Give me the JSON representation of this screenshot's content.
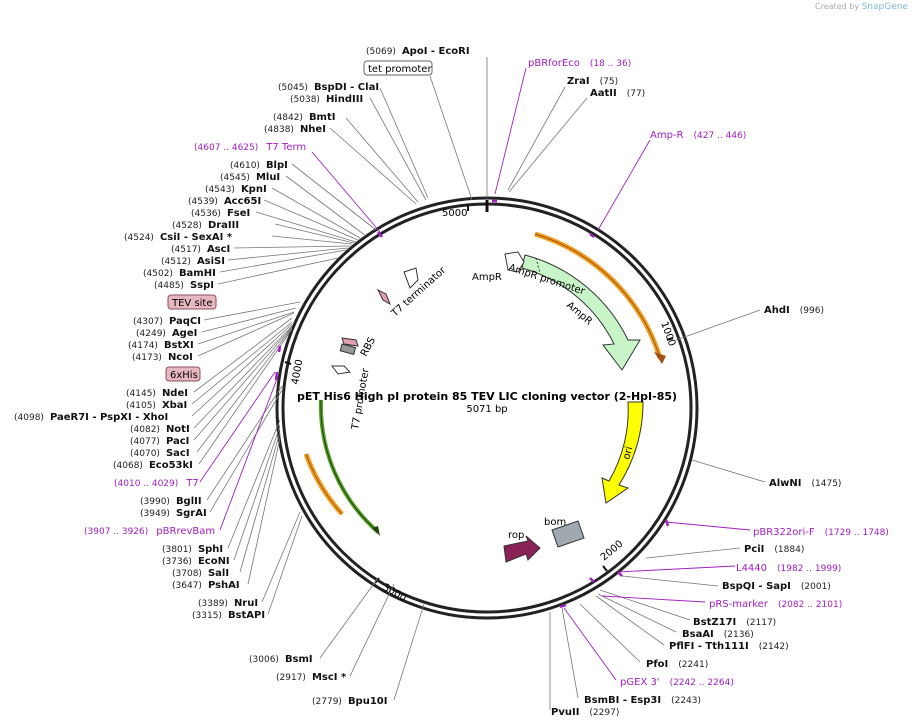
{
  "credit": {
    "created_by": "Created by",
    "brand": "SnapGene"
  },
  "plasmid": {
    "name": "pET His6 High pI protein 85 TEV LIC cloning vector (2-HpI-85)",
    "length": "5071 bp",
    "ticks": [
      "1000",
      "2000",
      "3000",
      "4000",
      "5000"
    ]
  },
  "colors": {
    "primer": "#a020c0",
    "amp_r_feature": "#c8f5c8",
    "ori": "#ffff00",
    "orange_primer": "#f0a020",
    "green_primer": "#50a020",
    "rop": "#8b2255",
    "bom": "#a0a8b0",
    "label_box": "#e8b8c0"
  },
  "enzymes": [
    {
      "pos": "(5069)",
      "name": "ApoI   - EcoRI"
    },
    {
      "pos": "",
      "name": "ZraI",
      "pos_after": "(75)"
    },
    {
      "pos": "",
      "name": "AatII",
      "pos_after": "(77)"
    },
    {
      "pos": "(5045)",
      "name": "BspDI   - ClaI"
    },
    {
      "pos": "(5038)",
      "name": "HindIII"
    },
    {
      "pos": "(4842)",
      "name": "BmtI"
    },
    {
      "pos": "(4838)",
      "name": "NheI"
    },
    {
      "pos": "(4610)",
      "name": "BlpI"
    },
    {
      "pos": "(4545)",
      "name": "MluI"
    },
    {
      "pos": "(4543)",
      "name": "KpnI"
    },
    {
      "pos": "(4539)",
      "name": "Acc65I"
    },
    {
      "pos": "(4536)",
      "name": "FseI"
    },
    {
      "pos": "(4528)",
      "name": "DraIII"
    },
    {
      "pos": "(4524)",
      "name": "CsiI   - SexAI  *"
    },
    {
      "pos": "(4517)",
      "name": "AscI"
    },
    {
      "pos": "(4512)",
      "name": "AsiSI"
    },
    {
      "pos": "(4502)",
      "name": "BamHI"
    },
    {
      "pos": "(4485)",
      "name": "SspI"
    },
    {
      "pos": "(4307)",
      "name": "PaqCI"
    },
    {
      "pos": "(4249)",
      "name": "AgeI"
    },
    {
      "pos": "(4174)",
      "name": "BstXI"
    },
    {
      "pos": "(4173)",
      "name": "NcoI"
    },
    {
      "pos": "(4145)",
      "name": "NdeI"
    },
    {
      "pos": "(4105)",
      "name": "XbaI"
    },
    {
      "pos": "(4098)",
      "name": "PaeR7I   - PspXI   - XhoI"
    },
    {
      "pos": "(4082)",
      "name": "NotI"
    },
    {
      "pos": "(4077)",
      "name": "PacI"
    },
    {
      "pos": "(4070)",
      "name": "SacI"
    },
    {
      "pos": "(4068)",
      "name": "Eco53kI"
    },
    {
      "pos": "(3990)",
      "name": "BglII"
    },
    {
      "pos": "(3949)",
      "name": "SgrAI"
    },
    {
      "pos": "(3801)",
      "name": "SphI"
    },
    {
      "pos": "(3736)",
      "name": "EcoNI"
    },
    {
      "pos": "(3708)",
      "name": "SalI"
    },
    {
      "pos": "(3647)",
      "name": "PshAI"
    },
    {
      "pos": "(3389)",
      "name": "NruI"
    },
    {
      "pos": "(3315)",
      "name": "BstAPI"
    },
    {
      "pos": "(3006)",
      "name": "BsmI"
    },
    {
      "pos": "(2917)",
      "name": "MscI  *"
    },
    {
      "pos": "(2779)",
      "name": "Bpu10I"
    },
    {
      "pos": "",
      "name": "AhdI",
      "pos_after": "(996)"
    },
    {
      "pos": "",
      "name": "AlwNI",
      "pos_after": "(1475)"
    },
    {
      "pos": "",
      "name": "PciI",
      "pos_after": "(1884)"
    },
    {
      "pos": "",
      "name": "BspQI   - SapI",
      "pos_after": "(2001)"
    },
    {
      "pos": "",
      "name": "BstZ17I",
      "pos_after": "(2117)"
    },
    {
      "pos": "",
      "name": "BsaAI",
      "pos_after": "(2136)"
    },
    {
      "pos": "",
      "name": "PflFI   - Tth111I",
      "pos_after": "(2142)"
    },
    {
      "pos": "",
      "name": "PfoI",
      "pos_after": "(2241)"
    },
    {
      "pos": "",
      "name": "BsmBI   - Esp3I",
      "pos_after": "(2243)"
    },
    {
      "pos": "",
      "name": "PvuII",
      "pos_after": "(2297)"
    }
  ],
  "primers": [
    {
      "name": "pBRforEco",
      "range": "(18 .. 36)"
    },
    {
      "name": "Amp-R",
      "range": "(427 .. 446)"
    },
    {
      "name": "T7 Term",
      "range": "(4607 .. 4625)"
    },
    {
      "name": "T7",
      "range": "(4010 .. 4029)"
    },
    {
      "name": "pBRrevBam",
      "range": "(3907 .. 3926)"
    },
    {
      "name": "pBR322ori-F",
      "range": "(1729 .. 1748)"
    },
    {
      "name": "L4440",
      "range": "(1982 .. 1999)"
    },
    {
      "name": "pRS-marker",
      "range": "(2082 .. 2101)"
    },
    {
      "name": "pGEX 3'",
      "range": "(2242 .. 2264)"
    }
  ],
  "boxed_labels": [
    "tet promoter",
    "TEV site",
    "6xHis"
  ],
  "features": [
    "AmpR promoter",
    "AmpR",
    "ori",
    "rop",
    "bom",
    "T7 terminator",
    "RBS",
    "T7 promoter",
    "AmpR"
  ]
}
